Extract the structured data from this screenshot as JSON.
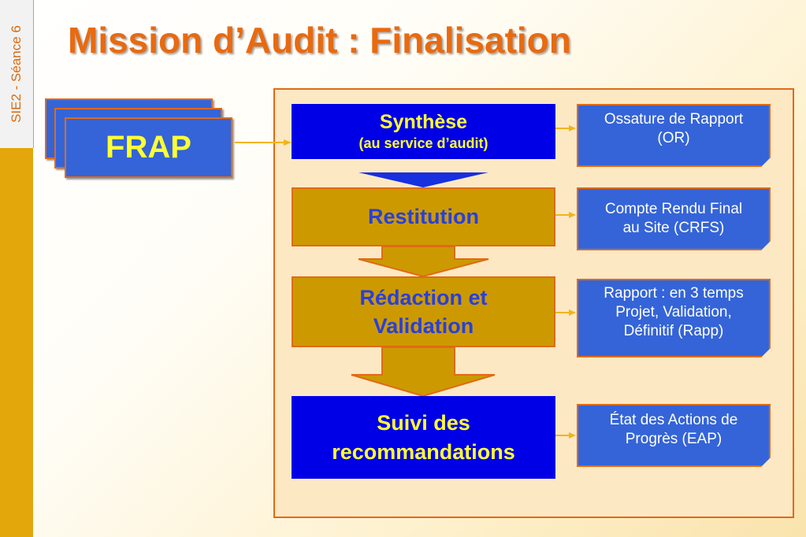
{
  "header": {
    "title": "Mission d’Audit : Finalisation",
    "side_label": "SIE2 - Séance 6"
  },
  "source": {
    "label": "FRAP"
  },
  "steps": [
    {
      "line1": "Synthèse",
      "line2": "(au service d’audit)"
    },
    {
      "label": "Restitution"
    },
    {
      "line1": "Rédaction et",
      "line2": "Validation"
    },
    {
      "line1": "Suivi des",
      "line2": "recommandations"
    }
  ],
  "outputs": [
    {
      "line1": "Ossature de Rapport",
      "line2": "(OR)"
    },
    {
      "line1": "Compte Rendu Final",
      "line2": "au Site (CRFS)"
    },
    {
      "line1": "Rapport : en 3 temps",
      "line2": "Projet, Validation,",
      "line3": "Définitif (Rapp)"
    },
    {
      "line1": "État des Actions de",
      "line2": "Progrès (EAP)"
    }
  ],
  "colors": {
    "title": "#e86a10",
    "accent_orange": "#e06a16",
    "step_blue": "#0000e6",
    "step_gold": "#cc9a00",
    "note_blue": "#3464d8",
    "highlight_yellow": "#ffff33",
    "side_bar": "#e3a70c"
  }
}
